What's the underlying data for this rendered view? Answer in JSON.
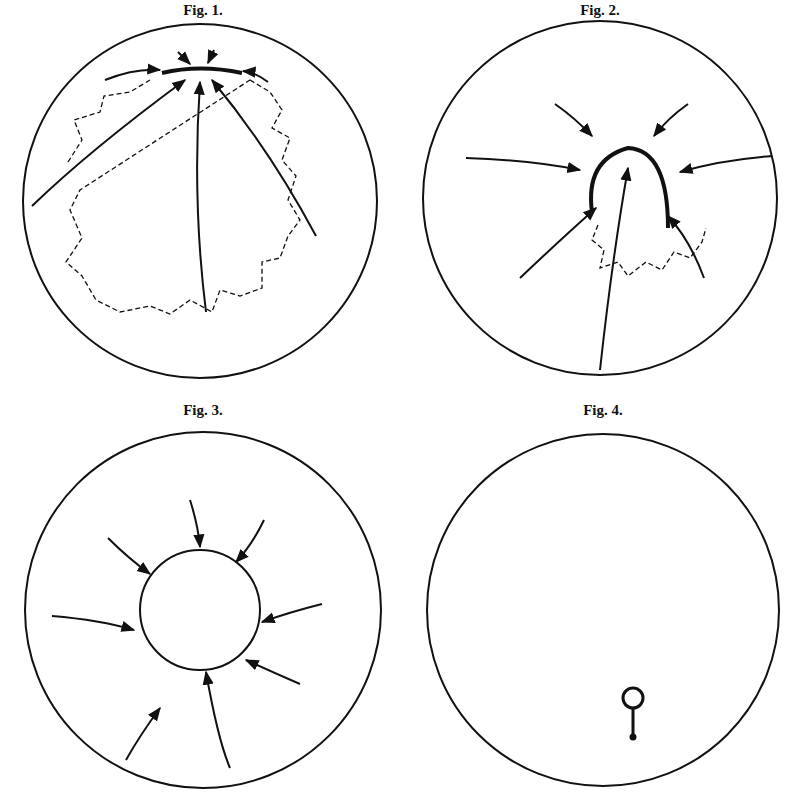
{
  "diagram": {
    "labels": [
      "Fig. 1.",
      "Fig. 2.",
      "Fig. 3.",
      "Fig. 4."
    ]
  }
}
